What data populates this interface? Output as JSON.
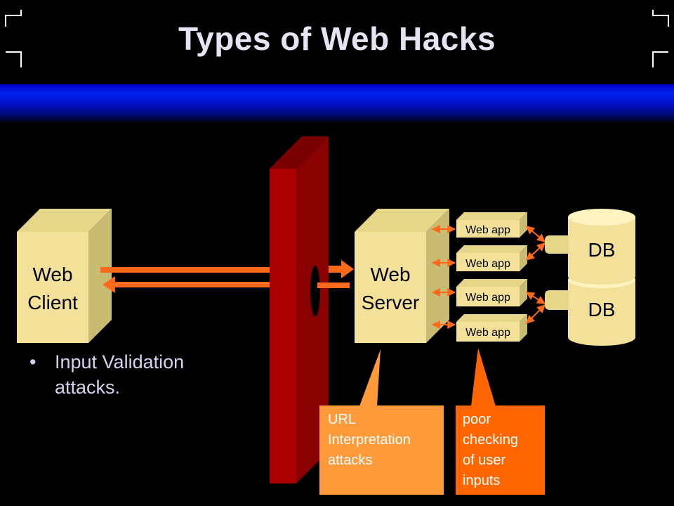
{
  "slide": {
    "title": "Types of Web Hacks",
    "bullet_text": "Input Validation attacks."
  },
  "diagram": {
    "client_line1": "Web",
    "client_line2": "Client",
    "server_line1": "Web",
    "server_line2": "Server",
    "web_app_label": "Web app",
    "db_label": "DB",
    "callout_url_lines": [
      "URL",
      "Interpretation",
      "attacks"
    ],
    "callout_input_lines": [
      "poor",
      "checking",
      "of user",
      "inputs"
    ]
  },
  "colors": {
    "background": "#000000",
    "banner": "#0022ee",
    "box_face": "#f3e19a",
    "box_side": "#c8bb72",
    "firewall_front": "#aa0000",
    "firewall_side": "#880000",
    "arrow": "#ff6a1a",
    "callout_url": "#ff9a3a",
    "callout_input": "#ff6600"
  }
}
